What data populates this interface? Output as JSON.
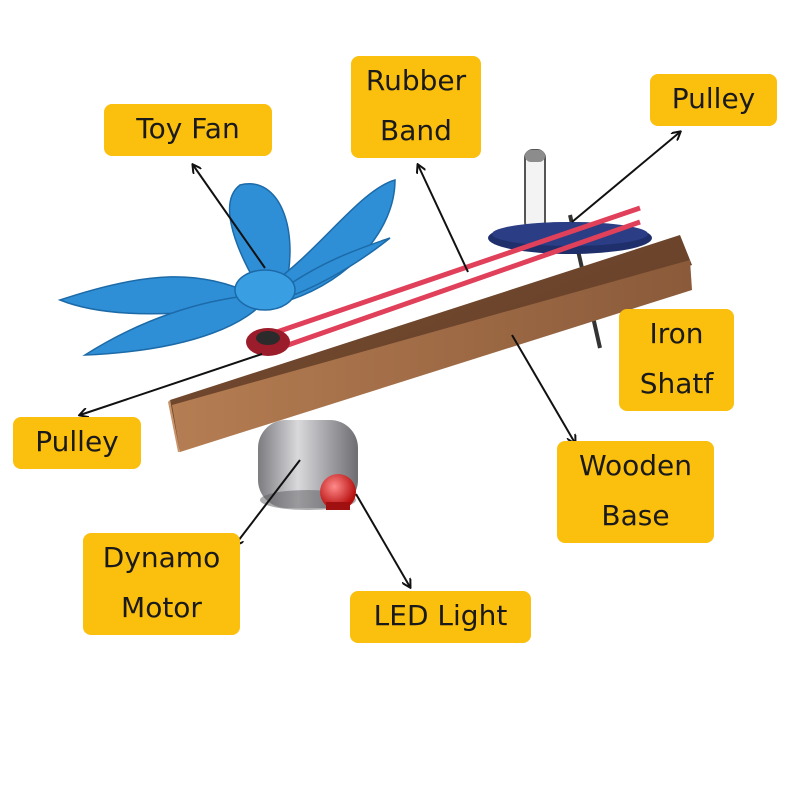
{
  "labels": {
    "toy_fan": "Toy Fan",
    "rubber_band": [
      "Rubber",
      "Band"
    ],
    "pulley_top": "Pulley",
    "iron_shaft": [
      "Iron",
      "Shatf"
    ],
    "pulley_left": "Pulley",
    "wooden_base": [
      "Wooden",
      "Base"
    ],
    "dynamo_motor": [
      "Dynamo",
      "Motor"
    ],
    "led_light": "LED Light"
  },
  "colors": {
    "label_bg": "#fbbf0e",
    "fan_blue": "#2f8fd6",
    "rubber_band": "#e0405a",
    "wood": "#8a5a3a",
    "led_red": "#d81e1e",
    "pulley_navy": "#1f2f6b"
  }
}
